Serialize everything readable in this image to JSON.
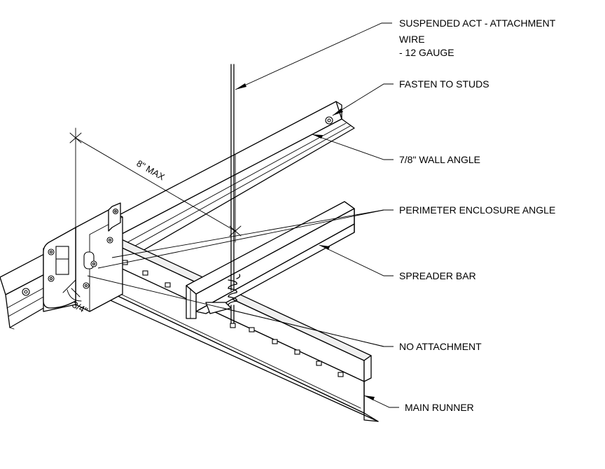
{
  "labels": {
    "attachment_wire_1": "SUSPENDED ACT - ATTACHMENT",
    "attachment_wire_2": "WIRE",
    "attachment_wire_3": "- 12 GAUGE",
    "fasten_to_studs": "FASTEN TO STUDS",
    "wall_angle": "7/8\" WALL ANGLE",
    "perimeter_angle": "PERIMETER ENCLOSURE ANGLE",
    "spreader_bar": "SPREADER BAR",
    "no_attachment": "NO ATTACHMENT",
    "main_runner": "MAIN RUNNER"
  },
  "dimensions": {
    "max_distance": "8\" MAX",
    "offset": "3/4\""
  }
}
